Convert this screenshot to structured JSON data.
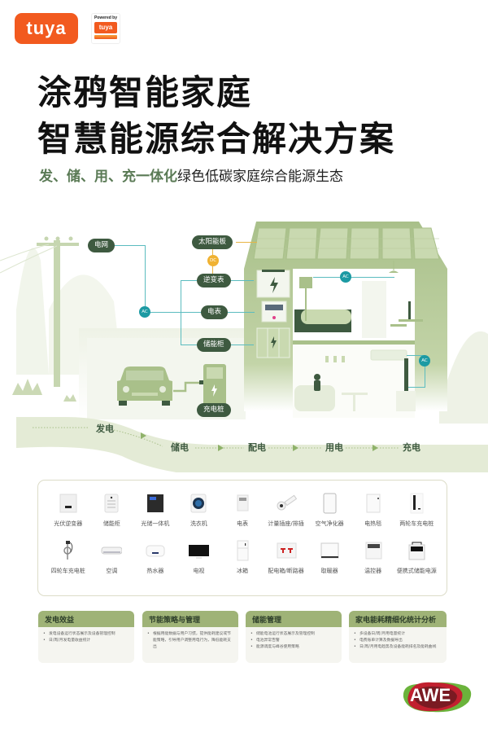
{
  "header": {
    "logo_text": "tuya",
    "powered_by_label": "Powered by",
    "powered_by_logo": "tuya"
  },
  "title": {
    "line1": "涂鸦智能家庭",
    "line2": "智慧能源综合解决方案",
    "subtitle_highlight": "发、储、用、充一体化",
    "subtitle_rest": "绿色低碳家庭综合能源生态"
  },
  "diagram": {
    "nodes": {
      "grid": "电网",
      "solar_panel": "太阳能板",
      "inverter": "逆变表",
      "meter": "电表",
      "storage": "储能柜",
      "charger": "充电桩"
    },
    "badges": {
      "ac": "AC",
      "dc": "DC"
    },
    "colors": {
      "pill": "#3e5a40",
      "ac_line": "#5bbcbf",
      "dc_line": "#e8b545",
      "house": "#a9c08a"
    }
  },
  "flow": {
    "steps": [
      "发电",
      "储电",
      "配电",
      "用电",
      "充电"
    ]
  },
  "products": [
    {
      "label": "光伏逆变器",
      "icon": "inverter-icon"
    },
    {
      "label": "储能柜",
      "icon": "storage-cabinet-icon"
    },
    {
      "label": "光储一体机",
      "icon": "hybrid-unit-icon"
    },
    {
      "label": "洗衣机",
      "icon": "washing-machine-icon"
    },
    {
      "label": "电表",
      "icon": "meter-icon"
    },
    {
      "label": "计量插座/排插",
      "icon": "smart-plug-icon"
    },
    {
      "label": "空气净化器",
      "icon": "air-purifier-icon"
    },
    {
      "label": "电热毯",
      "icon": "electric-blanket-icon"
    },
    {
      "label": "两轮车充电桩",
      "icon": "ebike-charger-icon"
    },
    {
      "label": "四轮车充电桩",
      "icon": "ev-charger-icon"
    },
    {
      "label": "空调",
      "icon": "air-conditioner-icon"
    },
    {
      "label": "热水器",
      "icon": "water-heater-icon"
    },
    {
      "label": "电视",
      "icon": "tv-icon"
    },
    {
      "label": "冰箱",
      "icon": "fridge-icon"
    },
    {
      "label": "配电箱/断路器",
      "icon": "breaker-icon"
    },
    {
      "label": "取暖器",
      "icon": "heater-icon"
    },
    {
      "label": "温控器",
      "icon": "thermostat-icon"
    },
    {
      "label": "便携式储能电源",
      "icon": "portable-power-icon"
    }
  ],
  "cards": [
    {
      "title": "发电效益",
      "items": [
        "发电设备运行状态展示及设备管理控制",
        "日/周/月发电量收益统计"
      ]
    },
    {
      "title": "节能策略与管理",
      "items": [
        "根据用能数据与用户习惯，提供能耗建议或节能策略，引导用户调整用电行为，降低能耗支出"
      ]
    },
    {
      "title": "储能管理",
      "items": [
        "储能电池运行状态展示及管理控制",
        "电池异常告警",
        "能源调度与峰谷使用策略"
      ]
    },
    {
      "title": "家电能耗精细化统计分析",
      "items": [
        "多设备日/周/月用电量统计",
        "电费账单计算及数据导出",
        "日/周/月用电趋势及设备能耗排名及能耗曲线"
      ]
    }
  ],
  "footer": {
    "awe_logo": "AWE"
  }
}
